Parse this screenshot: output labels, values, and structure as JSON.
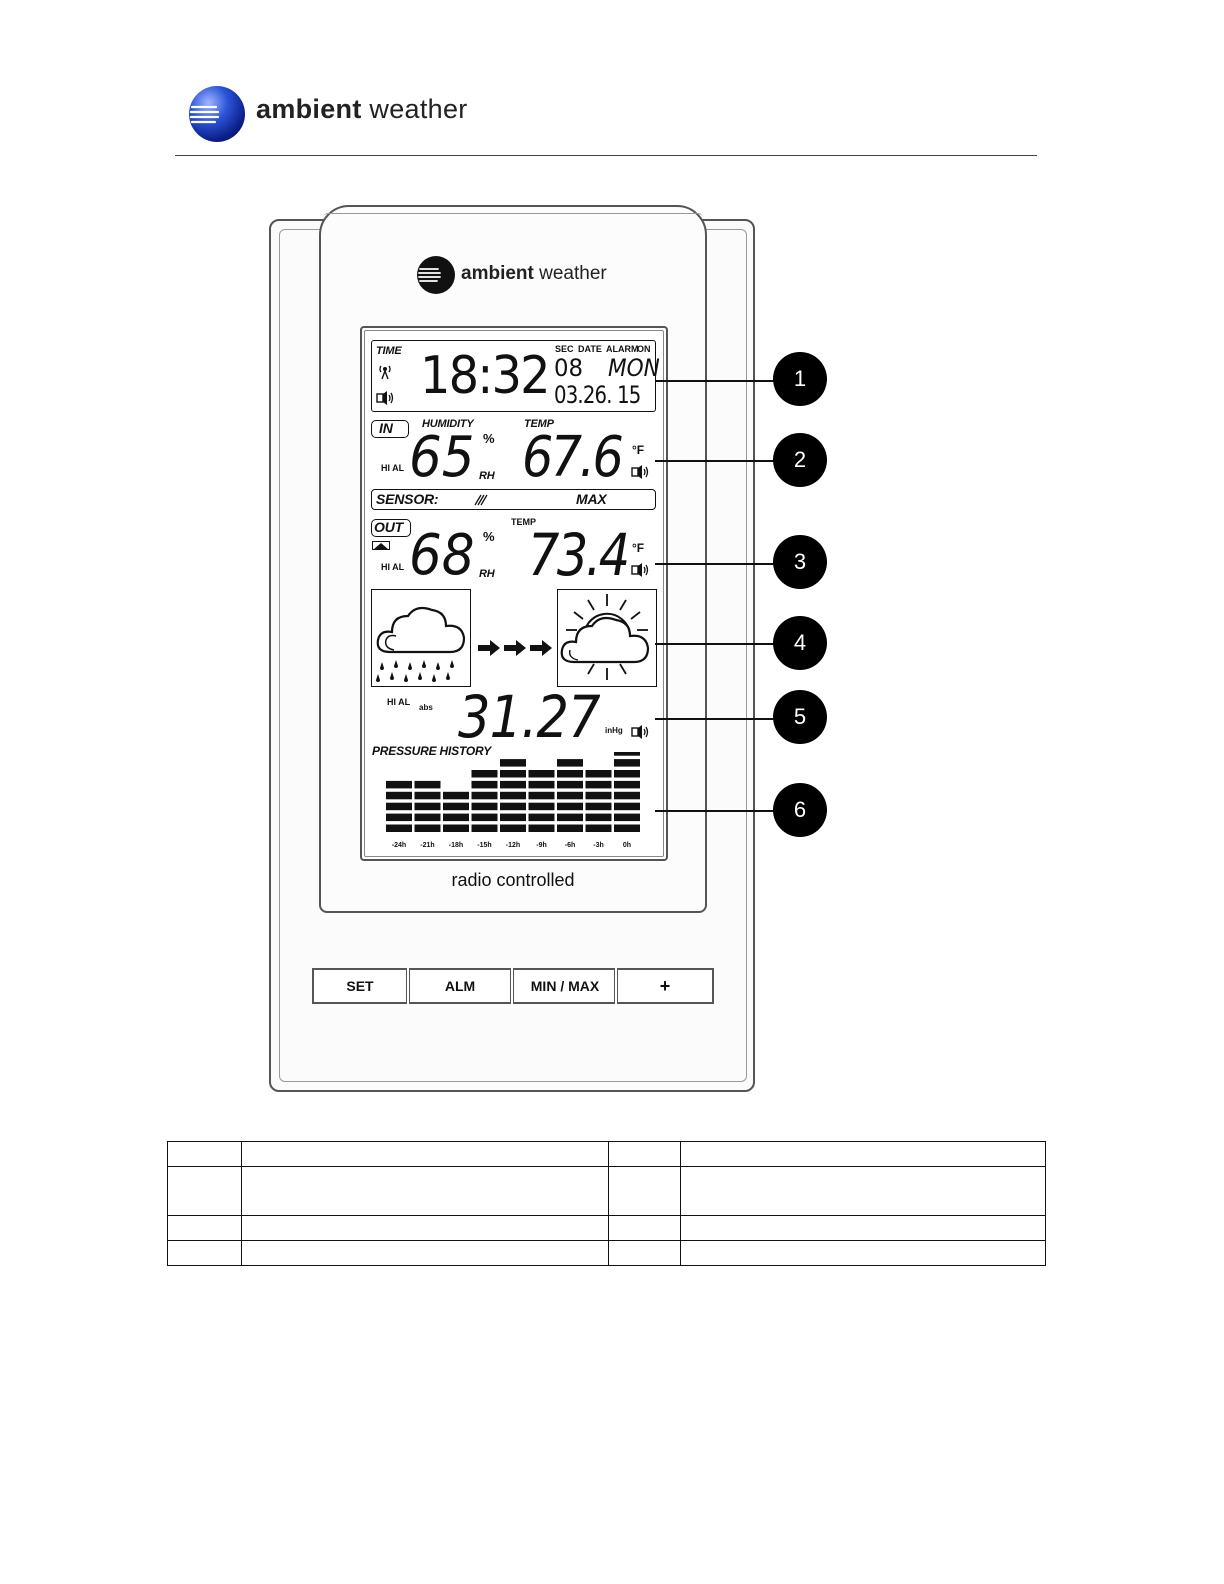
{
  "brand": {
    "name_bold": "ambient",
    "name_light": " weather"
  },
  "device": {
    "brand_bold": "ambient",
    "brand_light": " weather",
    "caption": "radio controlled",
    "buttons": [
      "SET",
      "ALM",
      "MIN / MAX",
      "+"
    ]
  },
  "lcd": {
    "time_section": {
      "label": "TIME",
      "time": "18:32",
      "sec_label": "SEC",
      "date_label": "DATE",
      "alarm_label": "ALARM",
      "on_label": "ON",
      "seconds": "08",
      "weekday": "MON",
      "date": "03.26. 15"
    },
    "indoor": {
      "tag": "IN",
      "humidity_label": "HUMIDITY",
      "temp_label": "TEMP",
      "hi_al": "HI AL",
      "humidity": "65",
      "humidity_unit_pct": "%",
      "humidity_unit_rh": "RH",
      "temp": "67.6",
      "temp_unit": "°F"
    },
    "sensor_bar": {
      "label": "SENSOR:",
      "max": "MAX"
    },
    "outdoor": {
      "tag": "OUT",
      "temp_label": "TEMP",
      "hi_al": "HI AL",
      "humidity": "68",
      "humidity_unit_pct": "%",
      "humidity_unit_rh": "RH",
      "temp": "73.4",
      "temp_unit": "°F"
    },
    "forecast": {
      "from_icon": "cloud-rain-icon",
      "to_icon": "sun-cloud-icon"
    },
    "pressure": {
      "hi_al": "HI AL",
      "abs": "abs",
      "value": "31.27",
      "unit": "inHg",
      "history_label": "PRESSURE HISTORY"
    }
  },
  "chart_data": {
    "type": "bar",
    "title": "PRESSURE HISTORY",
    "categories": [
      "-24h",
      "-21h",
      "-18h",
      "-15h",
      "-12h",
      "-9h",
      "-6h",
      "-3h",
      "0h"
    ],
    "values": [
      5,
      5,
      4,
      6,
      7,
      6,
      7,
      6,
      8
    ],
    "ylim": [
      0,
      8
    ]
  },
  "callouts": [
    "1",
    "2",
    "3",
    "4",
    "5",
    "6"
  ],
  "table": {
    "rows": [
      [
        "",
        "",
        "",
        ""
      ],
      [
        "",
        "",
        "",
        ""
      ],
      [
        "",
        "",
        "",
        ""
      ],
      [
        "",
        "",
        "",
        ""
      ]
    ]
  }
}
